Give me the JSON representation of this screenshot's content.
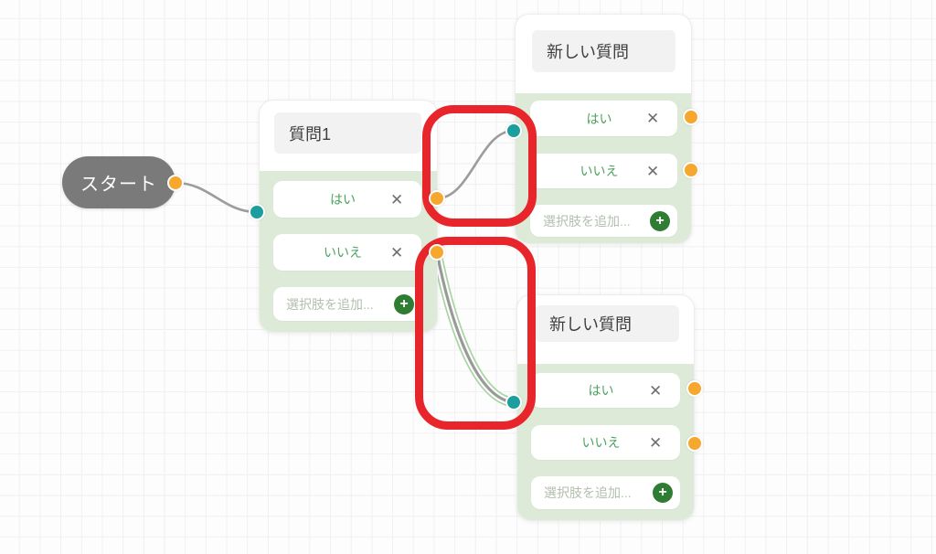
{
  "flow": {
    "start": {
      "label": "スタート"
    },
    "question1": {
      "title": "質問1",
      "options": [
        {
          "label": "はい"
        },
        {
          "label": "いいえ"
        }
      ],
      "add_placeholder": "選択肢を追加..."
    },
    "new_question_top": {
      "title": "新しい質問",
      "options": [
        {
          "label": "はい"
        },
        {
          "label": "いいえ"
        }
      ],
      "add_placeholder": "選択肢を追加..."
    },
    "new_question_bottom": {
      "title": "新しい質問",
      "options": [
        {
          "label": "はい"
        },
        {
          "label": "いいえ"
        }
      ],
      "add_placeholder": "選択肢を追加..."
    }
  },
  "icons": {
    "remove_glyph": "✕",
    "add_glyph": "+",
    "output_port": "orange-dot",
    "input_port": "teal-dot"
  },
  "colors": {
    "output_port_orange": "#f6a72d",
    "input_port_teal": "#1d9e9e",
    "annotation_red": "#e8252a",
    "card_section_green": "#dcead7",
    "option_text_green": "#4ba25e",
    "start_node_gray": "#7a7a7a",
    "edge_gray": "#9c9c9c",
    "edge_highlight_green": "#a7d5a2"
  }
}
